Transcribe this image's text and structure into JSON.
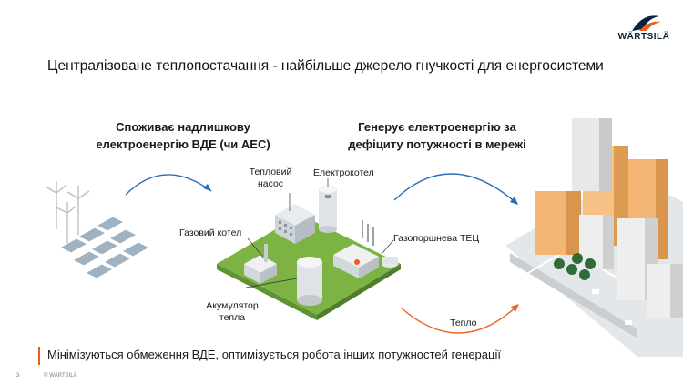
{
  "brand": {
    "logo_text": "WÄRTSILÄ"
  },
  "title": "Централізоване теплопостачання - найбільше джерело гнучкості для енергосистеми",
  "left_heading": {
    "line1": "Споживає надлишкову",
    "line2": "електроенергію ВДЕ (чи АЕС)"
  },
  "right_heading": {
    "line1": "Генерує електроенергію за",
    "line2": "дефіциту потужності в мережі"
  },
  "labels": {
    "heat_pump_line1": "Тепловий",
    "heat_pump_line2": "насос",
    "electric_boiler": "Електрокотел",
    "gas_boiler": "Газовий котел",
    "gas_engine_chp": "Газопоршнева ТЕЦ",
    "accumulator_line1": "Акумулятор",
    "accumulator_line2": "тепла",
    "heat": "Тепло"
  },
  "footer": {
    "text": "Мінімізуються обмеження ВДЕ, оптимізується робота інших потужностей генерації",
    "page_number": "3",
    "copyright": "© WÄRTSILÄ"
  },
  "colors": {
    "arrow_blue": "#2a6db5",
    "arrow_orange": "#e8661f",
    "platform_green": "#7cb342",
    "accent_orange": "#f05a1a",
    "building_orange": "#f3b574",
    "brand_navy": "#0a2240"
  }
}
